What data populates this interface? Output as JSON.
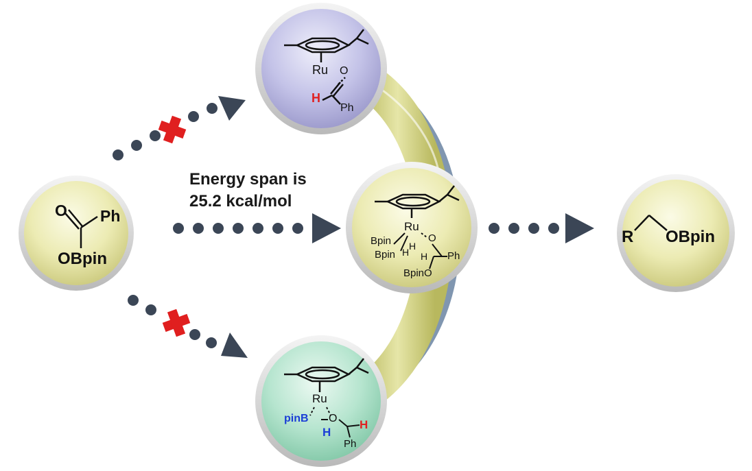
{
  "energy_span": {
    "line1": "Energy span is",
    "line2": "25.2 kcal/mol"
  },
  "substrate": {
    "ph": "Ph",
    "o": "O",
    "obpin": "OBpin",
    "fill": "#e9e6a6"
  },
  "top_intermediate": {
    "ru": "Ru",
    "o": "O",
    "h": "H",
    "ph": "Ph",
    "fill": "#b7b5df"
  },
  "middle_intermediate": {
    "ru": "Ru",
    "o": "O",
    "bpin1": "Bpin",
    "bpin2": "Bpin",
    "h1": "H",
    "h2": "H",
    "ph": "Ph",
    "bpino": "BpinO",
    "fill": "#e9e6a6"
  },
  "bottom_intermediate": {
    "ru": "Ru",
    "o": "O",
    "pinb": "pinB",
    "h_blue": "H",
    "h_red": "H",
    "ph": "Ph",
    "fill": "#a9dcc4"
  },
  "product": {
    "r": "R",
    "obpin": "OBpin",
    "fill": "#e9e6a6"
  },
  "colors": {
    "arrow": "#3b4656",
    "blocked_mark": "#e01f1f",
    "red_atom": "#e02020",
    "blue_atom": "#1b3ed6",
    "arc_yellow": "#cfcd7c",
    "arc_blue": "#8096b0"
  }
}
